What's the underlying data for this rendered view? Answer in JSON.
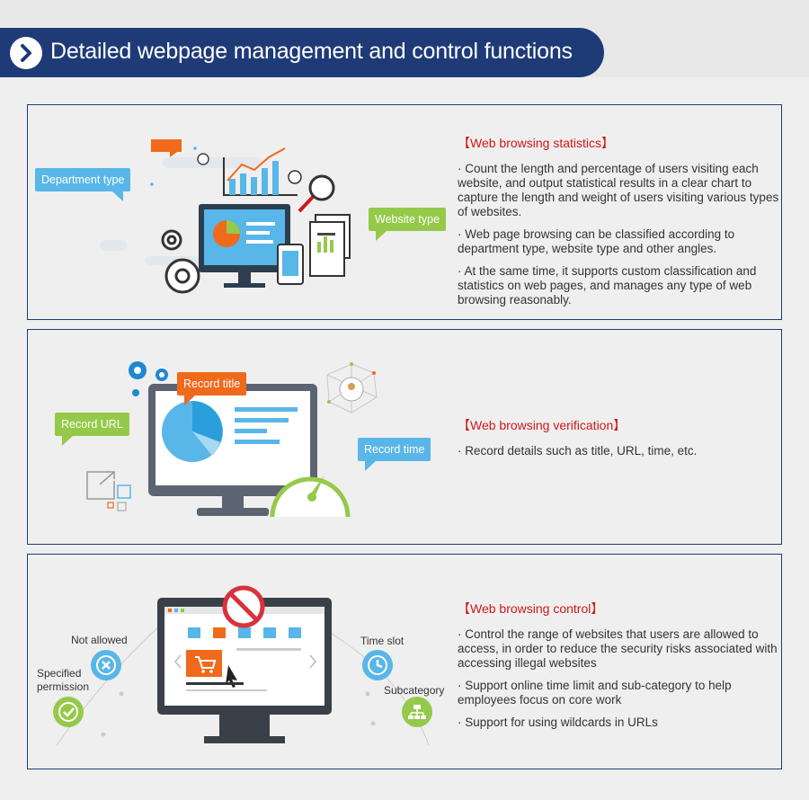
{
  "header": {
    "title": "Detailed webpage management and control functions"
  },
  "sections": [
    {
      "title": "【Web browsing statistics】",
      "bullets": [
        "· Count the length and percentage of users visiting each website, and output statistical results in a clear chart to capture the length and weight of users visiting various types of websites.",
        "· Web page browsing can be classified according to department type, website type and other angles.",
        "· At the same time, it supports custom classification and statistics on web pages, and manages any type of web browsing reasonably."
      ],
      "labels": {
        "department": "Department type",
        "website": "Website type"
      }
    },
    {
      "title": "【Web browsing verification】",
      "bullets": [
        "· Record details such as title, URL, time, etc."
      ],
      "labels": {
        "title": "Record title",
        "url": "Record URL",
        "time": "Record time"
      }
    },
    {
      "title": "【Web browsing control】",
      "bullets": [
        "· Control the range of websites that users are allowed to access, in order to reduce the security risks associated with accessing illegal websites",
        "· Support online time limit and sub-category to help employees focus on core work",
        "· Support for using wildcards in URLs"
      ],
      "labels": {
        "not_allowed": "Not allowed",
        "specified_1": "Specified",
        "specified_2": "permission",
        "time_slot": "Time slot",
        "subcategory": "Subcategory"
      }
    }
  ],
  "colors": {
    "navy": "#1e3b77",
    "red": "#d01818",
    "blue": "#58b6e8",
    "green": "#95c94a",
    "orange": "#f06a1c"
  },
  "icons": [
    "chevron-right-icon",
    "pie-chart-icon",
    "bar-chart-icon",
    "gear-icon",
    "magnifier-icon",
    "document-icon",
    "phone-icon",
    "user-network-icon",
    "gauge-icon",
    "cart-icon",
    "forbidden-icon",
    "close-icon",
    "check-icon",
    "clock-icon",
    "sitemap-icon"
  ]
}
